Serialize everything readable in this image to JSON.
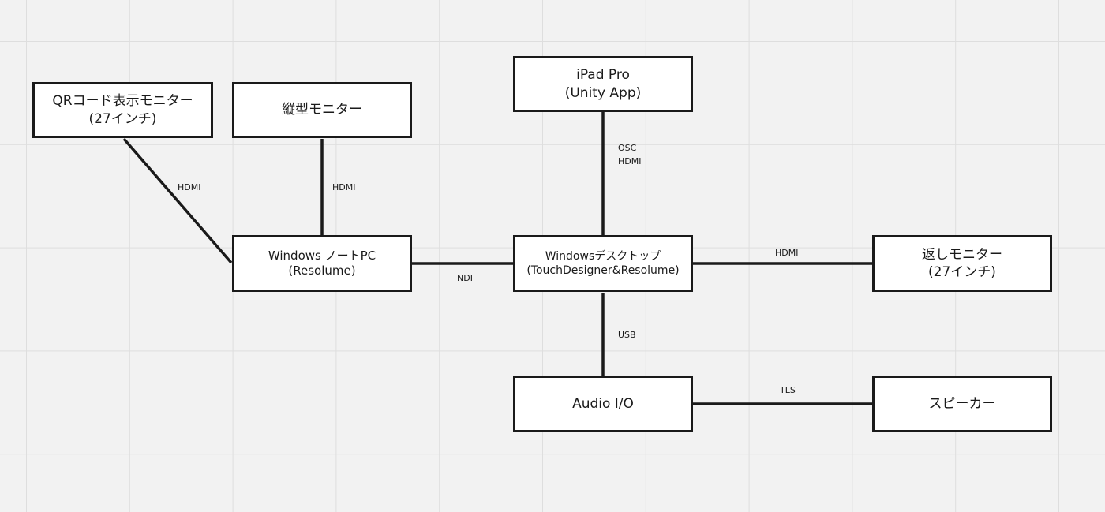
{
  "nodes": {
    "qr_monitor": {
      "line1": "QRコード表示モニター",
      "line2": "(27インチ)"
    },
    "vertical_monitor": {
      "line1": "縦型モニター"
    },
    "ipad": {
      "line1": "iPad Pro",
      "line2": "(Unity App)"
    },
    "windows_laptop": {
      "line1": "Windows ノートPC",
      "line2": "(Resolume)"
    },
    "windows_desktop": {
      "line1": "Windowsデスクトップ",
      "line2": "(TouchDesigner&Resolume)"
    },
    "return_monitor": {
      "line1": "返しモニター",
      "line2": "(27インチ)"
    },
    "audio_io": {
      "line1": "Audio I/O"
    },
    "speaker": {
      "line1": "スピーカー"
    }
  },
  "connections": {
    "qr_to_laptop": {
      "label": "HDMI"
    },
    "vertical_to_laptop": {
      "label": "HDMI"
    },
    "laptop_to_desktop": {
      "label": "NDI"
    },
    "ipad_to_desktop": {
      "label1": "OSC",
      "label2": "HDMI"
    },
    "desktop_to_return": {
      "label": "HDMI"
    },
    "desktop_to_audio": {
      "label": "USB"
    },
    "audio_to_speaker": {
      "label": "TLS"
    }
  },
  "colors": {
    "background": "#f2f2f2",
    "grid": "#dedede",
    "stroke": "#1a1a1a",
    "node_fill": "#ffffff"
  }
}
